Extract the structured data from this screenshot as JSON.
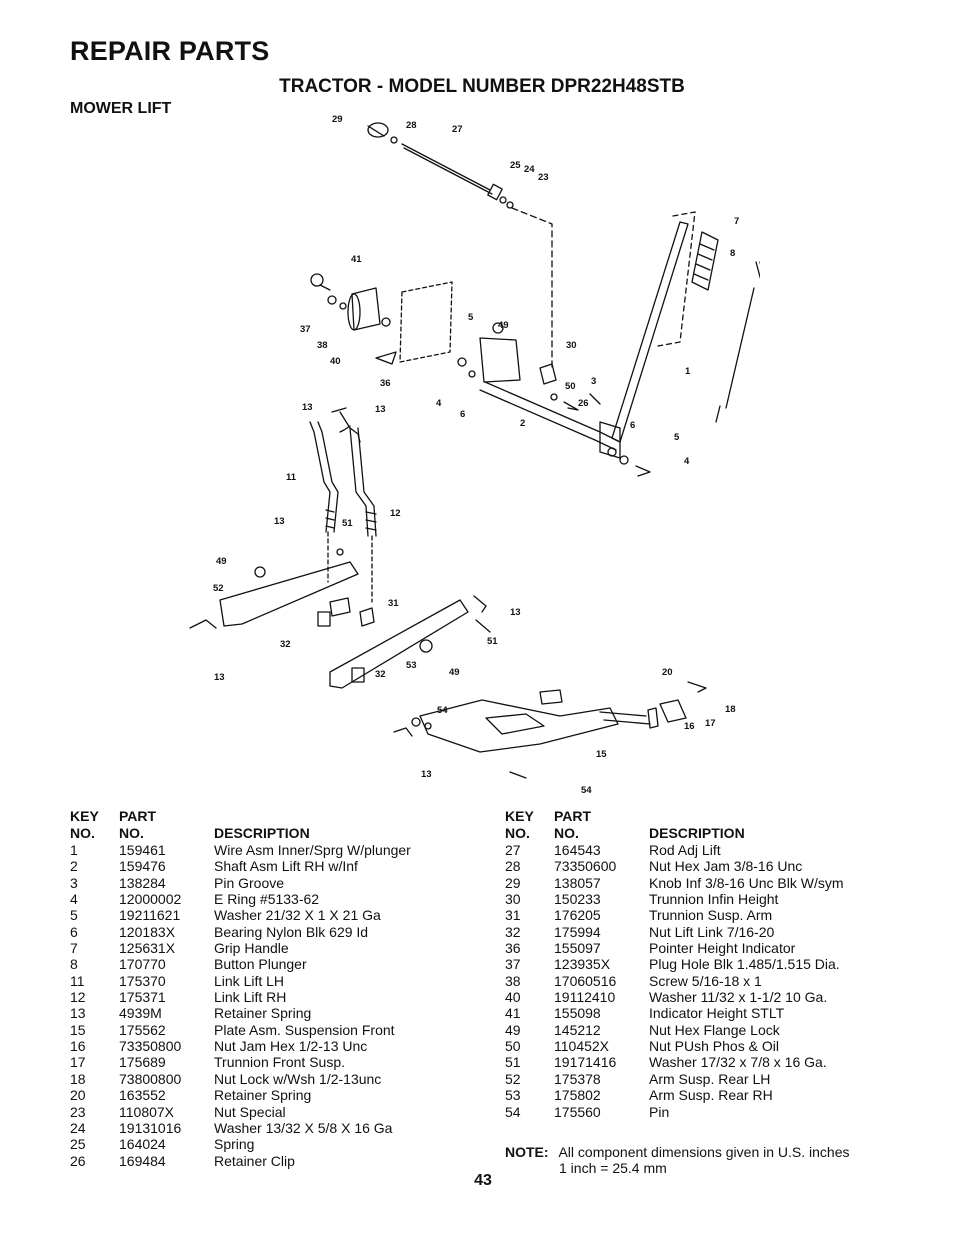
{
  "header": {
    "title": "REPAIR PARTS",
    "subtitle": "TRACTOR  -  MODEL NUMBER  DPR22H48STB",
    "section": "MOWER LIFT"
  },
  "diagram": {
    "callouts": [
      "29",
      "28",
      "27",
      "25",
      "24",
      "23",
      "7",
      "8",
      "41",
      "5",
      "49",
      "30",
      "37",
      "38",
      "40",
      "36",
      "4",
      "6",
      "50",
      "3",
      "26",
      "1",
      "13",
      "13",
      "2",
      "6",
      "5",
      "4",
      "11",
      "12",
      "13",
      "51",
      "49",
      "52",
      "31",
      "13",
      "32",
      "51",
      "53",
      "49",
      "32",
      "13",
      "20",
      "18",
      "17",
      "16",
      "54",
      "15",
      "13",
      "54"
    ]
  },
  "table": {
    "headers": {
      "key_top": "KEY",
      "key_bottom": "NO.",
      "part_top": "PART",
      "part_bottom": "NO.",
      "description": "DESCRIPTION"
    },
    "left_rows": [
      {
        "key": "1",
        "part": "159461",
        "desc": "Wire Asm Inner/Sprg W/plunger"
      },
      {
        "key": "2",
        "part": "159476",
        "desc": "Shaft Asm Lift RH w/Inf"
      },
      {
        "key": "3",
        "part": "138284",
        "desc": "Pin Groove"
      },
      {
        "key": "4",
        "part": "12000002",
        "desc": "E Ring #5133-62"
      },
      {
        "key": "5",
        "part": "19211621",
        "desc": "Washer 21/32 X 1 X 21 Ga"
      },
      {
        "key": "6",
        "part": "120183X",
        "desc": "Bearing Nylon Blk 629 Id"
      },
      {
        "key": "7",
        "part": "125631X",
        "desc": "Grip Handle"
      },
      {
        "key": "8",
        "part": "170770",
        "desc": "Button Plunger"
      },
      {
        "key": "11",
        "part": "175370",
        "desc": "Link Lift LH"
      },
      {
        "key": "12",
        "part": "175371",
        "desc": "Link Lift RH"
      },
      {
        "key": "13",
        "part": "4939M",
        "desc": "Retainer Spring"
      },
      {
        "key": "15",
        "part": "175562",
        "desc": "Plate Asm. Suspension Front"
      },
      {
        "key": "16",
        "part": "73350800",
        "desc": "Nut Jam Hex 1/2-13 Unc"
      },
      {
        "key": "17",
        "part": "175689",
        "desc": "Trunnion Front Susp."
      },
      {
        "key": "18",
        "part": "73800800",
        "desc": "Nut Lock w/Wsh 1/2-13unc"
      },
      {
        "key": "20",
        "part": "163552",
        "desc": "Retainer Spring"
      },
      {
        "key": "23",
        "part": "110807X",
        "desc": "Nut Special"
      },
      {
        "key": "24",
        "part": "19131016",
        "desc": "Washer 13/32 X 5/8 X 16 Ga"
      },
      {
        "key": "25",
        "part": "164024",
        "desc": "Spring"
      },
      {
        "key": "26",
        "part": "169484",
        "desc": "Retainer Clip"
      }
    ],
    "right_rows": [
      {
        "key": "27",
        "part": "164543",
        "desc": "Rod Adj Lift"
      },
      {
        "key": "28",
        "part": "73350600",
        "desc": "Nut Hex Jam 3/8-16 Unc"
      },
      {
        "key": "29",
        "part": "138057",
        "desc": "Knob Inf 3/8-16 Unc Blk W/sym"
      },
      {
        "key": "30",
        "part": "150233",
        "desc": "Trunnion Infin Height"
      },
      {
        "key": "31",
        "part": "176205",
        "desc": "Trunnion Susp. Arm"
      },
      {
        "key": "32",
        "part": "175994",
        "desc": "Nut  Lift Link 7/16-20"
      },
      {
        "key": "36",
        "part": "155097",
        "desc": "Pointer Height Indicator"
      },
      {
        "key": "37",
        "part": "123935X",
        "desc": "Plug Hole Blk 1.485/1.515 Dia."
      },
      {
        "key": "38",
        "part": "17060516",
        "desc": "Screw 5/16-18 x 1"
      },
      {
        "key": "40",
        "part": "19112410",
        "desc": "Washer 11/32 x 1-1/2 10 Ga."
      },
      {
        "key": "41",
        "part": "155098",
        "desc": "Indicator Height STLT"
      },
      {
        "key": "49",
        "part": "145212",
        "desc": "Nut Hex Flange Lock"
      },
      {
        "key": "50",
        "part": "110452X",
        "desc": "Nut PUsh Phos & Oil"
      },
      {
        "key": "51",
        "part": "19171416",
        "desc": "Washer 17/32 x 7/8 x 16 Ga."
      },
      {
        "key": "52",
        "part": "175378",
        "desc": "Arm Susp. Rear LH"
      },
      {
        "key": "53",
        "part": "175802",
        "desc": "Arm Susp. Rear RH"
      },
      {
        "key": "54",
        "part": "175560",
        "desc": "Pin"
      }
    ]
  },
  "note": {
    "label": "NOTE:",
    "line1": "All component dimensions given in U.S. inches",
    "line2": "1 inch = 25.4 mm"
  },
  "page_number": "43"
}
